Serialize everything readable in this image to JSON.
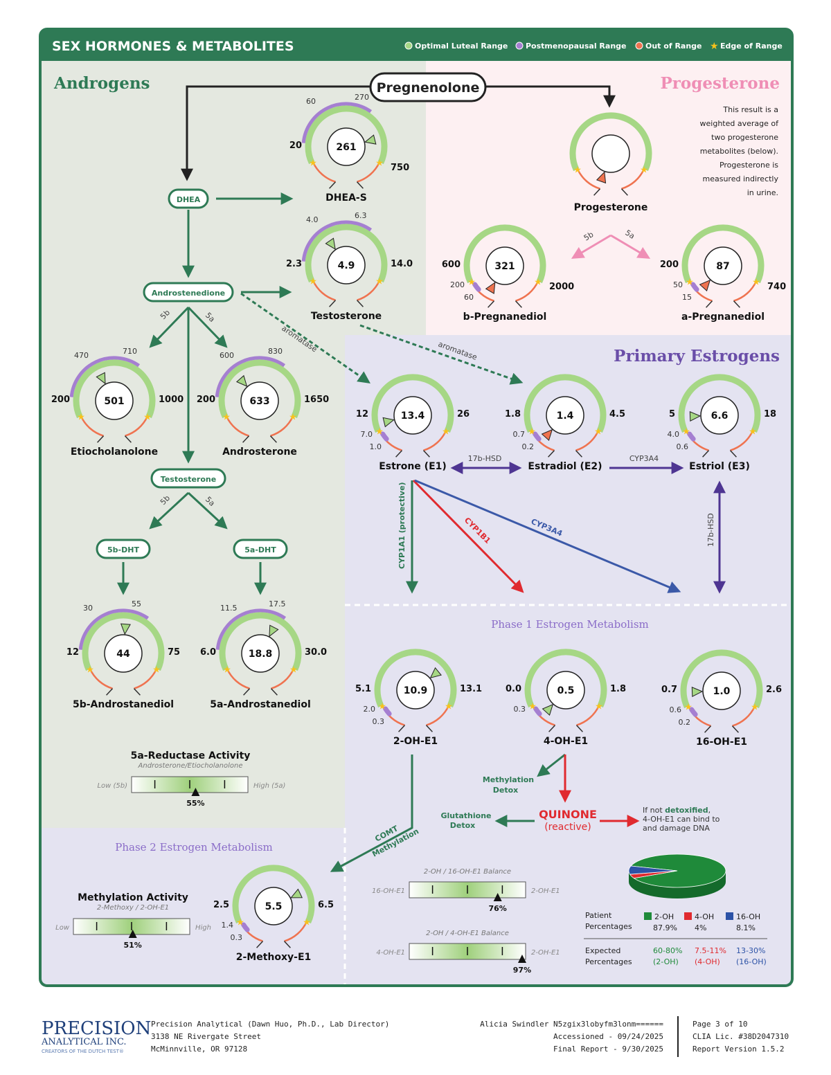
{
  "header": {
    "title": "SEX HORMONES & METABOLITES",
    "legend": [
      {
        "label": "Optimal Luteal Range",
        "color": "#a6d785",
        "kind": "dot"
      },
      {
        "label": "Postmenopausal Range",
        "color": "#a57fd1",
        "kind": "dot"
      },
      {
        "label": "Out of Range",
        "color": "#ef7350",
        "kind": "dot"
      },
      {
        "label": "Edge of Range",
        "color": "#f8c21b",
        "kind": "star"
      }
    ]
  },
  "colors": {
    "brand_green": "#2e7a55",
    "optimal": "#a6d785",
    "postmeno": "#a57fd1",
    "out": "#ef7350",
    "edge": "#f8c21b",
    "androgen_bg": "#e4e8e0",
    "progesterone_bg": "#fdf0f2",
    "estrogen_bg": "#e4e3f1",
    "purple": "#4e3592",
    "red": "#e02a2f",
    "blue": "#3b59a8",
    "pink": "#ef8eb5"
  },
  "sections": {
    "androgens": "Androgens",
    "progesterone": "Progesterone",
    "primary_estrogens": "Primary Estrogens",
    "phase1": "Phase 1 Estrogen Metabolism",
    "phase2": "Phase 2 Estrogen Metabolism"
  },
  "progesterone_note": [
    "This result is a",
    "weighted average of",
    "two progesterone",
    "metabolites (below).",
    "Progesterone is",
    "measured indirectly",
    "in urine."
  ],
  "nodes": {
    "pregnenolone": "Pregnenolone",
    "dhea": "DHEA",
    "androstenedione": "Androstenedione",
    "testosterone": "Testosterone",
    "dht5b": "5b-DHT",
    "dht5a": "5a-DHT"
  },
  "gauges": [
    {
      "id": "dhea-s",
      "name": "DHEA-S",
      "value": "261",
      "low": "20",
      "high": "750",
      "opt_low": "60",
      "opt_high": "270",
      "pm_low": "",
      "pm_high": "",
      "marker": 0.83,
      "marker_color": "#a6d785"
    },
    {
      "id": "testosterone",
      "name": "Testosterone",
      "value": "4.9",
      "low": "2.3",
      "high": "14.0",
      "opt_low": "4.0",
      "opt_high": "6.3",
      "pm_low": "",
      "pm_high": "",
      "marker": 0.35,
      "marker_color": "#a6d785"
    },
    {
      "id": "etiocholanolone",
      "name": "Etiocholanolone",
      "value": "501",
      "low": "200",
      "high": "1000",
      "opt_low": "470",
      "opt_high": "710",
      "pm_low": "",
      "pm_high": "",
      "marker": 0.38,
      "marker_color": "#a6d785"
    },
    {
      "id": "androsterone",
      "name": "Androsterone",
      "value": "633",
      "low": "200",
      "high": "1650",
      "opt_low": "600",
      "opt_high": "830",
      "pm_low": "",
      "pm_high": "",
      "marker": 0.32,
      "marker_color": "#a6d785"
    },
    {
      "id": "5b-androstanediol",
      "name": "5b-Androstanediol",
      "value": "44",
      "low": "12",
      "high": "75",
      "opt_low": "30",
      "opt_high": "55",
      "pm_low": "",
      "pm_high": "",
      "marker": 0.52,
      "marker_color": "#a6d785"
    },
    {
      "id": "5a-androstanediol",
      "name": "5a-Androstanediol",
      "value": "18.8",
      "low": "6.0",
      "high": "30.0",
      "opt_low": "11.5",
      "opt_high": "17.5",
      "pm_low": "",
      "pm_high": "",
      "marker": 0.62,
      "marker_color": "#a6d785"
    },
    {
      "id": "progesterone",
      "name": "Progesterone",
      "value": "",
      "low": "",
      "high": "",
      "opt_low": "",
      "opt_high": "",
      "pm_low": "",
      "pm_high": "",
      "marker": -0.2,
      "marker_color": "#ef7350"
    },
    {
      "id": "b-pregnanediol",
      "name": "b-Pregnanediol",
      "value": "321",
      "low": "600",
      "high": "2000",
      "opt_low": "",
      "opt_high": "",
      "pm_low": "200",
      "pm_high": "60",
      "marker": -0.15,
      "marker_color": "#ef7350"
    },
    {
      "id": "a-pregnanediol",
      "name": "a-Pregnanediol",
      "value": "87",
      "low": "200",
      "high": "740",
      "opt_low": "",
      "opt_high": "",
      "pm_low": "50",
      "pm_high": "15",
      "marker": -0.1,
      "marker_color": "#ef7350"
    },
    {
      "id": "estrone",
      "name": "Estrone (E1)",
      "value": "13.4",
      "low": "12",
      "high": "26",
      "opt_low": "",
      "opt_high": "",
      "pm_low": "7.0",
      "pm_high": "1.0",
      "marker": 0.05,
      "marker_color": "#a6d785"
    },
    {
      "id": "estradiol",
      "name": "Estradiol (E2)",
      "value": "1.4",
      "low": "1.8",
      "high": "4.5",
      "opt_low": "",
      "opt_high": "",
      "pm_low": "0.7",
      "pm_high": "0.2",
      "marker": -0.1,
      "marker_color": "#ef7350"
    },
    {
      "id": "estriol",
      "name": "Estriol (E3)",
      "value": "6.6",
      "low": "5",
      "high": "18",
      "opt_low": "",
      "opt_high": "",
      "pm_low": "4.0",
      "pm_high": "0.6",
      "marker": 0.1,
      "marker_color": "#a6d785"
    },
    {
      "id": "2-oh-e1",
      "name": "2-OH-E1",
      "value": "10.9",
      "low": "5.1",
      "high": "13.1",
      "opt_low": "",
      "opt_high": "",
      "pm_low": "2.0",
      "pm_high": "0.3",
      "marker": 0.72,
      "marker_color": "#a6d785"
    },
    {
      "id": "4-oh-e1",
      "name": "4-OH-E1",
      "value": "0.5",
      "low": "0.0",
      "high": "1.8",
      "opt_low": "",
      "opt_high": "",
      "pm_low": "0.3",
      "pm_high": "",
      "marker": -0.1,
      "marker_color": "#a6d785"
    },
    {
      "id": "16-oh-e1",
      "name": "16-OH-E1",
      "value": "1.0",
      "low": "0.7",
      "high": "2.6",
      "opt_low": "",
      "opt_high": "",
      "pm_low": "0.6",
      "pm_high": "0.2",
      "marker": 0.1,
      "marker_color": "#a6d785"
    },
    {
      "id": "2-methoxy-e1",
      "name": "2-Methoxy-E1",
      "value": "5.5",
      "low": "2.5",
      "high": "6.5",
      "opt_low": "",
      "opt_high": "",
      "pm_low": "1.4",
      "pm_high": "0.3",
      "marker": 0.78,
      "marker_color": "#a6d785"
    }
  ],
  "enzymes": {
    "5b": "5b",
    "5a": "5a",
    "aromatase": "aromatase",
    "hsd17b": "17b-HSD",
    "cyp3a4": "CYP3A4",
    "cyp1a1": "CYP1A1 (protective)",
    "cyp1b1": "CYP1B1",
    "comt": "COMT",
    "methylation": "Methylation"
  },
  "bars": [
    {
      "id": "reductase",
      "title": "5a-Reductase Activity",
      "subtitle": "Androsterone/Etiocholanolone",
      "left": "Low (5b)",
      "right": "High (5a)",
      "value": 0.55,
      "label": "55%"
    },
    {
      "id": "methylation",
      "title": "Methylation Activity",
      "subtitle": "2-Methoxy / 2-OH-E1",
      "left": "Low",
      "right": "High",
      "value": 0.51,
      "label": "51%"
    },
    {
      "id": "balance16",
      "title": "",
      "subtitle": "2-OH / 16-OH-E1 Balance",
      "left": "16-OH-E1",
      "right": "2-OH-E1",
      "value": 0.76,
      "label": "76%"
    },
    {
      "id": "balance4",
      "title": "",
      "subtitle": "2-OH / 4-OH-E1 Balance",
      "left": "4-OH-E1",
      "right": "2-OH-E1",
      "value": 0.97,
      "label": "97%"
    }
  ],
  "quinone": {
    "title": "QUINONE",
    "subtitle": "(reactive)",
    "methylation_detox": [
      "Methylation",
      "Detox"
    ],
    "glutathione_detox": [
      "Glutathione",
      "Detox"
    ],
    "warning_prefix": "If not ",
    "warning_bold": "detoxified",
    "warning_rest": ",",
    "warning_line2": "4-OH-E1 can bind to",
    "warning_line3": "and damage DNA"
  },
  "chart_data": {
    "type": "pie",
    "categories": [
      "2-OH",
      "4-OH",
      "16-OH"
    ],
    "values": [
      87.9,
      4,
      8.1
    ],
    "colors": [
      "#1f8a3a",
      "#e02a2f",
      "#2c52a6"
    ],
    "patient_label": [
      "Patient",
      "Percentages"
    ],
    "patient_values": [
      "87.9%",
      "4%",
      "8.1%"
    ],
    "expected_label": [
      "Expected",
      "Percentages"
    ],
    "expected_values": [
      "60-80%",
      "7.5-11%",
      "13-30%"
    ],
    "expected_sub": [
      "(2-OH)",
      "(4-OH)",
      "(16-OH)"
    ]
  },
  "footer": {
    "logo_line1": "PRECISION",
    "logo_line2": "ANALYTICAL INC.",
    "logo_tag": "CREATORS OF THE DUTCH TEST®",
    "lab": "Precision Analytical (Dawn Huo, Ph.D., Lab Director)",
    "address1": "3138 NE Rivergate Street",
    "address2": "McMinnville, OR 97128",
    "patient": "Alicia Swindler N5zgix3lobyfm3lonm======",
    "accessioned": "Accessioned - 09/24/2025",
    "final": "Final Report - 9/30/2025",
    "page": "Page 3 of 10",
    "clia": "CLIA Lic. #38D2047310",
    "version": "Report Version 1.5.2"
  }
}
